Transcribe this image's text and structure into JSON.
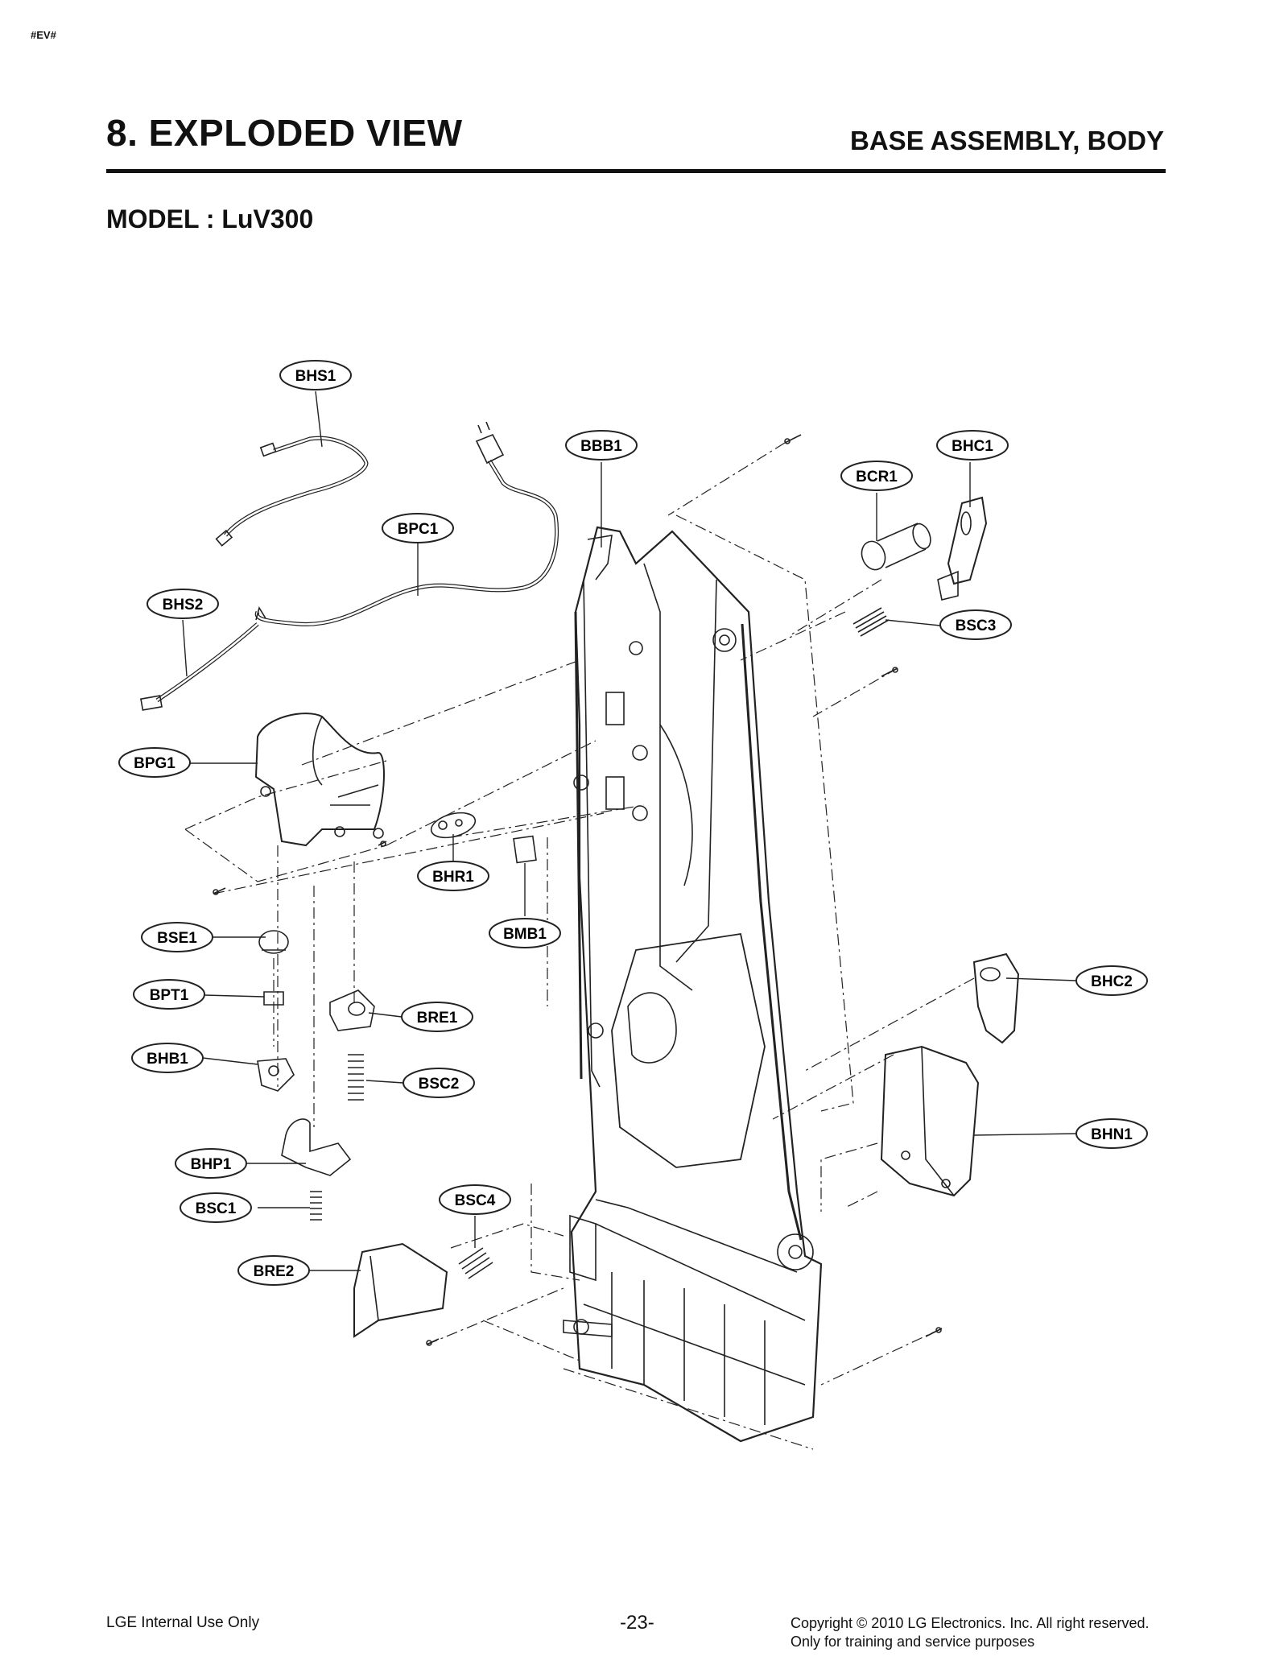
{
  "header": {
    "tag": "#EV#",
    "title": "8. EXPLODED VIEW",
    "subtitle": "BASE ASSEMBLY, BODY",
    "model": "MODEL : LuV300"
  },
  "callouts": [
    {
      "id": "bhs1",
      "label": "BHS1"
    },
    {
      "id": "bbb1",
      "label": "BBB1"
    },
    {
      "id": "bhc1",
      "label": "BHC1"
    },
    {
      "id": "bcr1",
      "label": "BCR1"
    },
    {
      "id": "bpc1",
      "label": "BPC1"
    },
    {
      "id": "bhs2",
      "label": "BHS2"
    },
    {
      "id": "bsc3",
      "label": "BSC3"
    },
    {
      "id": "bpg1",
      "label": "BPG1"
    },
    {
      "id": "bhr1",
      "label": "BHR1"
    },
    {
      "id": "bmb1",
      "label": "BMB1"
    },
    {
      "id": "bse1",
      "label": "BSE1"
    },
    {
      "id": "bpt1",
      "label": "BPT1"
    },
    {
      "id": "bhc2",
      "label": "BHC2"
    },
    {
      "id": "bre1",
      "label": "BRE1"
    },
    {
      "id": "bhb1",
      "label": "BHB1"
    },
    {
      "id": "bsc2",
      "label": "BSC2"
    },
    {
      "id": "bhn1",
      "label": "BHN1"
    },
    {
      "id": "bhp1",
      "label": "BHP1"
    },
    {
      "id": "bsc4",
      "label": "BSC4"
    },
    {
      "id": "bsc1",
      "label": "BSC1"
    },
    {
      "id": "bre2",
      "label": "BRE2"
    }
  ],
  "footer": {
    "left": "LGE Internal Use Only",
    "page": "-23-",
    "copyright_line1": "Copyright © 2010 LG Electronics. Inc. All right reserved.",
    "copyright_line2": "Only for training and service purposes"
  }
}
